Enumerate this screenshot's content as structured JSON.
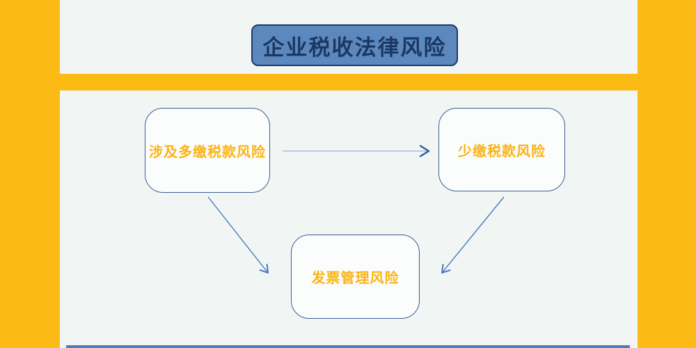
{
  "diagram": {
    "title": "企业税收法律风险",
    "nodes": [
      {
        "id": "overpaid-tax-risk",
        "label": "涉及多缴税款风险"
      },
      {
        "id": "underpaid-tax-risk",
        "label": "少缴税款风险"
      },
      {
        "id": "invoice-mgmt-risk",
        "label": "发票管理风险"
      }
    ],
    "edges": [
      {
        "from": "涉及多缴税款风险",
        "to": "少缴税款风险"
      },
      {
        "from": "涉及多缴税款风险",
        "to": "发票管理风险"
      },
      {
        "from": "少缴税款风险",
        "to": "发票管理风险"
      }
    ]
  },
  "colors": {
    "frame_orange": "#FBBB14",
    "panel": "#F1F6F5",
    "title_fill": "#5C88BE",
    "title_border": "#1E3A66",
    "title_text": "#1B3863",
    "node_fill": "#FBFDFD",
    "node_border": "#3A5C94",
    "node_text": "#FBB316",
    "arrow_light": "#A9BDDB",
    "arrow_mid": "#4B79BD",
    "arrow_dark": "#2F5B9E",
    "bottom_bar": "#4A7EBC"
  }
}
